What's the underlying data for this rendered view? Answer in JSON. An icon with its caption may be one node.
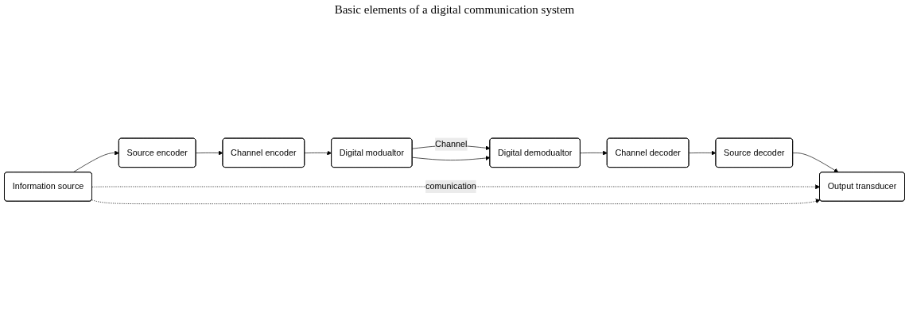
{
  "diagram": {
    "nodes": [
      {
        "text": [
          "Information source"
        ]
      },
      {
        "text": [
          "Source encoder"
        ]
      },
      {
        "text": [
          "Channel encoder"
        ]
      },
      {
        "text": [
          "Digital modualtor"
        ]
      },
      {
        "text": [
          "Output transducer"
        ]
      },
      {
        "text": [
          "Source decoder"
        ]
      },
      {
        "text": [
          "Channel decoder"
        ]
      },
      {
        "text": [
          "Digital demodualtor"
        ]
      }
    ],
    "edges": [
      {
        "from": 0,
        "to": 1,
        "arrow": "to"
      },
      {
        "from": 1,
        "to": 2,
        "arrow": "to"
      },
      {
        "from": 2,
        "to": 3,
        "arrow": "to"
      },
      {
        "from": 3,
        "to": 7,
        "arrow": "to",
        "label": "Channel"
      },
      {
        "from": 3,
        "to": 7,
        "arrow": "to"
      },
      {
        "from": 7,
        "to": 6,
        "arrow": "to"
      },
      {
        "from": 6,
        "to": 5,
        "arrow": "to"
      },
      {
        "from": 5,
        "to": 4,
        "arrow": "to"
      },
      {
        "from": 0,
        "to": 4,
        "arrow": "to",
        "style": "dashed",
        "label": "comunication"
      },
      {
        "from": 0,
        "to": 4,
        "arrow": "to",
        "style": "dashed"
      }
    ],
    "labels": [
      "Basic elements of a digital communication system"
    ]
  }
}
